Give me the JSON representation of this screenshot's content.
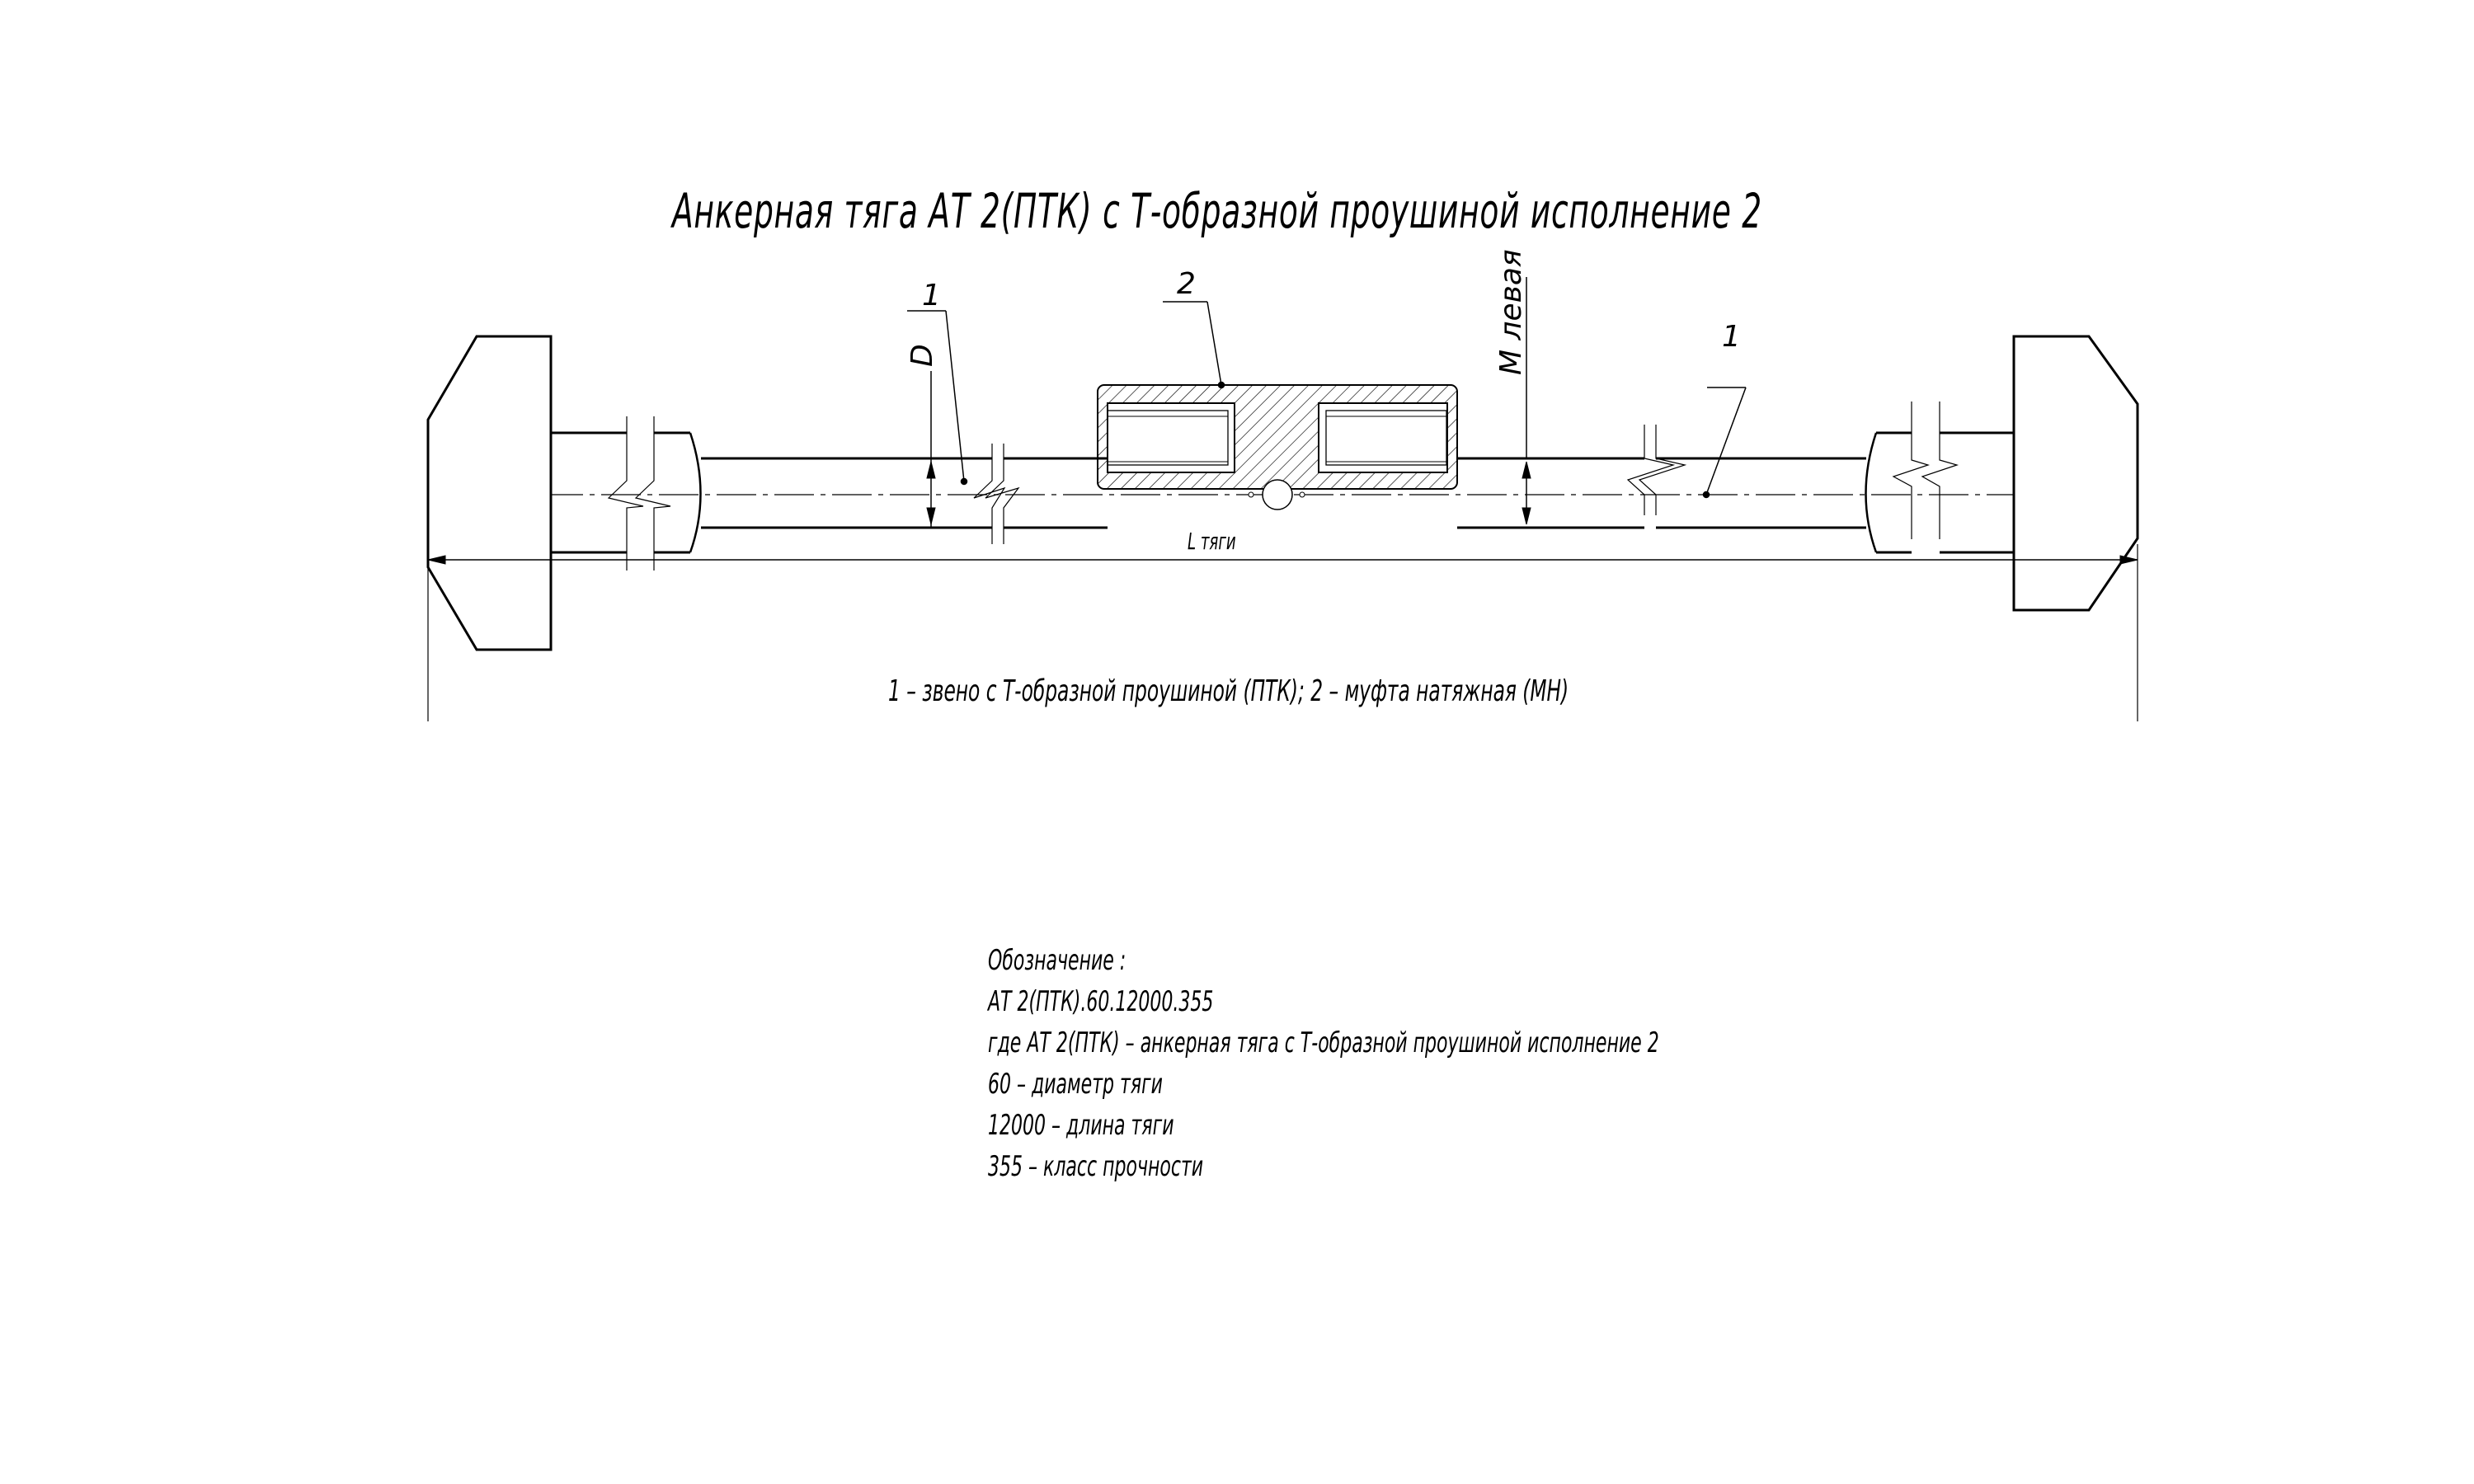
{
  "drawing": {
    "title": "Анкерная тяга АТ 2(ПТК) с Т-образной проушиной исполнение 2",
    "callouts": {
      "item1_left": "1",
      "item1_right": "1",
      "item2": "2"
    },
    "dimensions": {
      "diameter_label": "D",
      "thread_label": "М левая",
      "length_label": "L тяги"
    },
    "legend": "1 – звено с Т-образной проушиной (ПТК); 2 – муфта натяжная (МН)",
    "designation": {
      "heading": "Обозначение :",
      "code": "АТ 2(ПТК).60.12000.355",
      "lines": [
        "где АТ 2(ПТК) – анкерная тяга с Т-образной проушиной исполнение 2",
        "60 – диаметр тяги",
        "12000 – длина тяги",
        "355 – класс прочности"
      ]
    },
    "parts": [
      {
        "number": "1",
        "name": "звено с Т-образной проушиной",
        "abbr": "ПТК"
      },
      {
        "number": "2",
        "name": "муфта натяжная",
        "abbr": "МН"
      }
    ],
    "line_color": "#000000",
    "background": "#ffffff"
  }
}
